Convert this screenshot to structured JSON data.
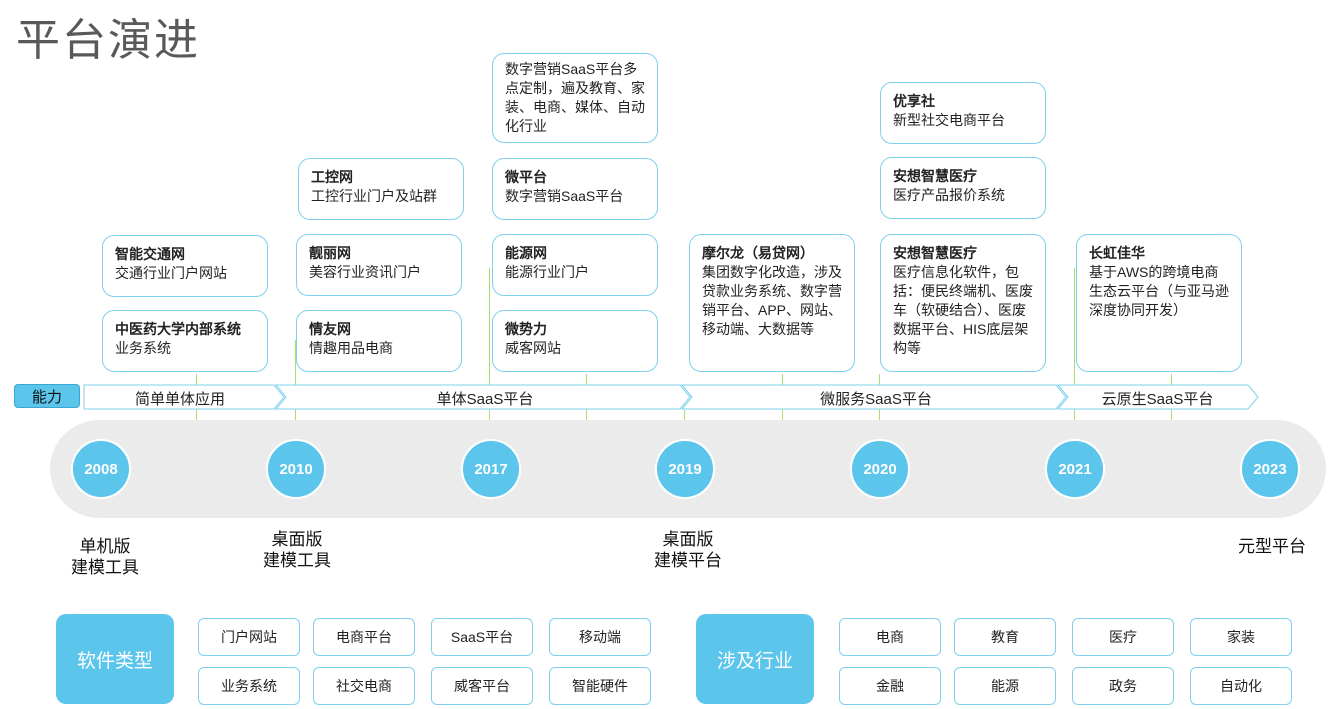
{
  "title": "平台演进",
  "capability_label": "能力",
  "phases": [
    "简单单体应用",
    "单体SaaS平台",
    "微服务SaaS平台",
    "云原生SaaS平台"
  ],
  "years": [
    "2008",
    "2010",
    "2017",
    "2019",
    "2020",
    "2021",
    "2023"
  ],
  "stages": {
    "s2008": [
      "单机版",
      "建模工具"
    ],
    "s2010": [
      "桌面版",
      "建模工具"
    ],
    "s2019": [
      "桌面版",
      "建模平台"
    ],
    "s2023": [
      "元型平台"
    ]
  },
  "cards": {
    "c2008a": {
      "title": "智能交通网",
      "desc": "交通行业门户网站"
    },
    "c2008b": {
      "title": "中医药大学内部系统",
      "desc": "业务系统"
    },
    "c2010a": {
      "title": "工控网",
      "desc": "工控行业门户及站群"
    },
    "c2010b": {
      "title": "靓丽网",
      "desc": "美容行业资讯门户"
    },
    "c2010c": {
      "title": "情友网",
      "desc": "情趣用品电商"
    },
    "c2017a": {
      "title": "",
      "desc": "数字营销SaaS平台多点定制，遍及教育、家装、电商、媒体、自动化行业"
    },
    "c2017b": {
      "title": "微平台",
      "desc": "数字营销SaaS平台"
    },
    "c2017c": {
      "title": "能源网",
      "desc": "能源行业门户"
    },
    "c2017d": {
      "title": "微势力",
      "desc": "威客网站"
    },
    "c2019a": {
      "title": "摩尔龙（易贷网）",
      "desc": "集团数字化改造，涉及贷款业务系统、数字营销平台、APP、网站、移动端、大数据等"
    },
    "c2020a": {
      "title": "优享社",
      "desc": "新型社交电商平台"
    },
    "c2020b": {
      "title": "安想智慧医疗",
      "desc": "医疗产品报价系统"
    },
    "c2020c": {
      "title": "安想智慧医疗",
      "desc": "医疗信息化软件，包括：便民终端机、医废车（软硬结合）、医废数据平台、HIS底层架构等"
    },
    "c2021a": {
      "title": "长虹佳华",
      "desc": "基于AWS的跨境电商生态云平台（与亚马逊深度协同开发）"
    }
  },
  "software": {
    "label": "软件类型",
    "tags": [
      "门户网站",
      "电商平台",
      "SaaS平台",
      "移动端",
      "业务系统",
      "社交电商",
      "威客平台",
      "智能硬件"
    ]
  },
  "industry": {
    "label": "涉及行业",
    "tags": [
      "电商",
      "教育",
      "医疗",
      "家装",
      "金融",
      "能源",
      "政务",
      "自动化"
    ]
  },
  "colors": {
    "accent": "#5bc5ec",
    "border": "#7fd0ee",
    "band": "#ebebeb",
    "connector": "#a8e070"
  }
}
